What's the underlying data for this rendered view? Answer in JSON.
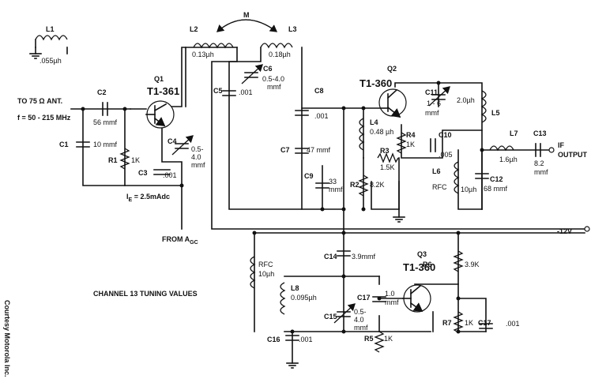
{
  "colors": {
    "ink": "#111111",
    "paper": "#ffffff"
  },
  "labels": {
    "L1": "L1",
    "L1v": ".055µh",
    "L2": "L2",
    "L2v": "0.13µh",
    "L3": "L3",
    "L3v": "0.18µh",
    "M": "M",
    "Q1": "Q1",
    "Q1t": "T1-361",
    "Q2": "Q2",
    "Q2t": "T1-360",
    "Q3": "Q3",
    "Q3t": "T1-360",
    "ant1": "TO 75 Ω ANT.",
    "ant2": "f = 50 - 215 MHz",
    "C1": "C1",
    "C1v": "10 mmf",
    "C2": "C2",
    "C2v": "56 mmf",
    "R1": "R1",
    "R1v": "1K",
    "C3": "C3",
    "C3v": ".001",
    "C4": "C4",
    "C4v1": "0.5-",
    "C4v2": "4.0",
    "C4v3": "mmf",
    "ie": "I",
    "ie_sub": "E",
    "ie_val": " = 2.5mAdc",
    "agc": "FROM A",
    "agc_sub": "GC",
    "C5": "C5",
    "C5v": ".001",
    "C6": "C6",
    "C6v1": "0.5-4.0",
    "C6v2": "mmf",
    "C7": "C7",
    "C7v": "47 mmf",
    "C8": "C8",
    "C8v": ".001",
    "C9": "C9",
    "C9v1": "33",
    "C9v2": "mmf",
    "L4": "L4",
    "L4v": "0.48 µh",
    "R2": "R2",
    "R2v": "8.2K",
    "R3": "R3",
    "R3v": "1.5K",
    "R4": "R4",
    "R4v": "1K",
    "C10": "C10",
    "C10v": ".005",
    "C11": "C11",
    "C11v1": "1 - 6",
    "C11v2": "mmf",
    "L5": "L5",
    "L5v": "2.0µh",
    "L6": "L6",
    "L6rfc": "RFC",
    "L6v": "10µh",
    "C12": "C12",
    "C12v": "68 mmf",
    "L7": "L7",
    "L7v": "1.6µh",
    "C13": "C13",
    "C13v1": "8.2",
    "C13v2": "mmf",
    "if1": "IF",
    "if2": "OUTPUT",
    "vneg": "-12V",
    "C14": "C14",
    "C14v": "3.9mmf",
    "R6": "R6",
    "R6v": "3.9K",
    "rfc2a": "RFC",
    "rfc2b": "10µh",
    "L8": "L8",
    "L8v": "0.095µh",
    "C15": "C15",
    "C15v1": "0.5-",
    "C15v2": "4.0",
    "C15v3": "mmf",
    "C16": "C16",
    "C16v": ".001",
    "C17a": "C17",
    "C17av1": "1.0",
    "C17av2": "mmf",
    "R5": "R5",
    "R5v": "1K",
    "R7": "R7",
    "R7v": "1K",
    "C17b": "C17",
    "C17bv": ".001",
    "tuning": "CHANNEL 13 TUNING VALUES",
    "credit": "Courtesy Motorola Inc."
  }
}
